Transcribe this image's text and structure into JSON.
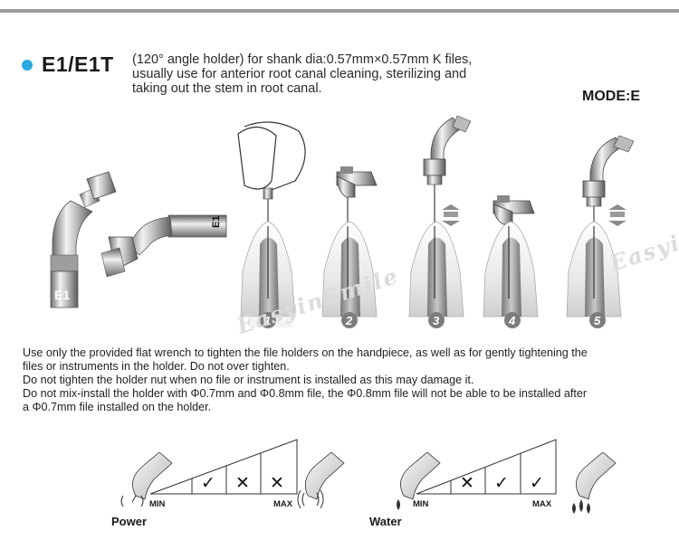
{
  "header": {
    "model": "E1/E1T",
    "description_lines": [
      "(120° angle holder) for shank dia:0.57mm×0.57mm K files,",
      "usually use for anterior root canal cleaning, sterilizing and",
      "taking out the stem in root canal."
    ],
    "mode": "MODE:E",
    "bullet_color": "#29a8e0"
  },
  "tips": {
    "e1_label": "E1",
    "e1t_label": "E1"
  },
  "steps": [
    "1",
    "2",
    "3",
    "4",
    "5"
  ],
  "watermark": {
    "center": "EasyinSmile",
    "right": "Easyin"
  },
  "notes": [
    "Use only the provided flat wrench to tighten the file holders on the handpiece, as well as for gently tightening the",
    "files or instruments in the holder. Do not over tighten.",
    "Do not tighten the holder nut when no file or instrument is installed as this may damage it.",
    "Do not mix-install the holder with Φ0.7mm and Φ0.8mm file, the Φ0.8mm file will not be able to be installed after",
    "a Φ0.7mm file installed on the holder."
  ],
  "power": {
    "label": "Power",
    "min": "MIN",
    "max": "MAX",
    "marks": [
      "✓",
      "✕",
      "✕"
    ]
  },
  "water": {
    "label": "Water",
    "min": "MIN",
    "max": "MAX",
    "marks": [
      "✕",
      "✓",
      "✓"
    ]
  }
}
